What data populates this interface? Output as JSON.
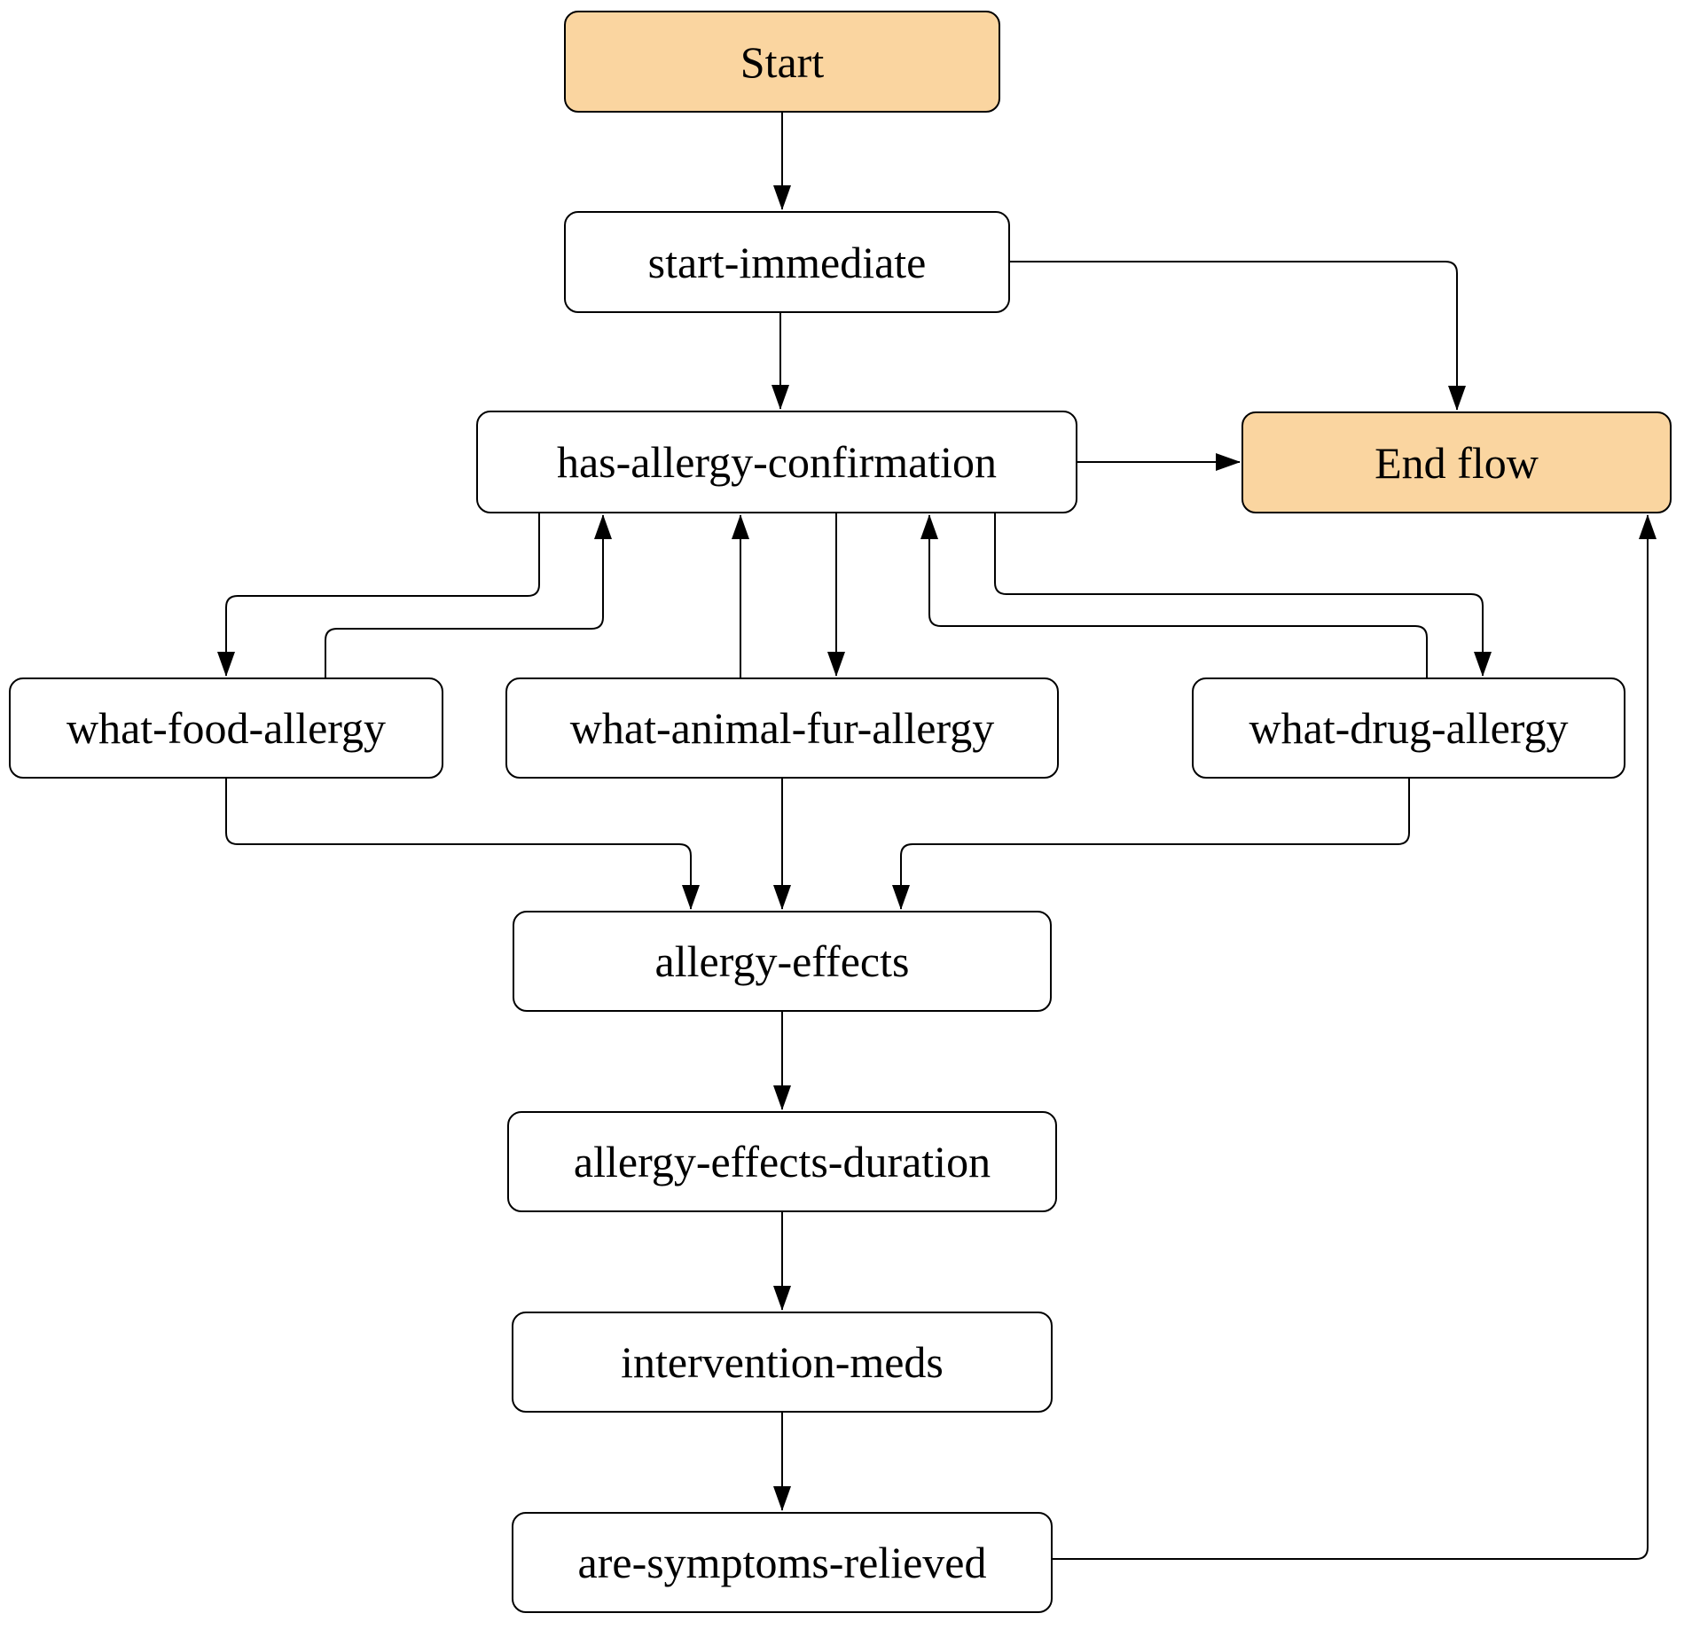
{
  "diagram": {
    "type": "flowchart",
    "direction": "top-down",
    "colors": {
      "terminal_fill": "#FAD5A0",
      "node_fill": "#FFFFFF",
      "border": "#000000",
      "edge": "#000000"
    },
    "nodes": [
      {
        "id": "start",
        "label": "Start",
        "kind": "terminal"
      },
      {
        "id": "start-immediate",
        "label": "start-immediate",
        "kind": "step"
      },
      {
        "id": "has-allergy-confirmation",
        "label": "has-allergy-confirmation",
        "kind": "step"
      },
      {
        "id": "end-flow",
        "label": "End flow",
        "kind": "terminal"
      },
      {
        "id": "what-food-allergy",
        "label": "what-food-allergy",
        "kind": "step"
      },
      {
        "id": "what-animal-fur-allergy",
        "label": "what-animal-fur-allergy",
        "kind": "step"
      },
      {
        "id": "what-drug-allergy",
        "label": "what-drug-allergy",
        "kind": "step"
      },
      {
        "id": "allergy-effects",
        "label": "allergy-effects",
        "kind": "step"
      },
      {
        "id": "allergy-effects-duration",
        "label": "allergy-effects-duration",
        "kind": "step"
      },
      {
        "id": "intervention-meds",
        "label": "intervention-meds",
        "kind": "step"
      },
      {
        "id": "are-symptoms-relieved",
        "label": "are-symptoms-relieved",
        "kind": "step"
      }
    ],
    "edges": [
      {
        "from": "start",
        "to": "start-immediate"
      },
      {
        "from": "start-immediate",
        "to": "has-allergy-confirmation"
      },
      {
        "from": "start-immediate",
        "to": "end-flow"
      },
      {
        "from": "has-allergy-confirmation",
        "to": "end-flow"
      },
      {
        "from": "has-allergy-confirmation",
        "to": "what-food-allergy"
      },
      {
        "from": "what-food-allergy",
        "to": "has-allergy-confirmation"
      },
      {
        "from": "has-allergy-confirmation",
        "to": "what-animal-fur-allergy"
      },
      {
        "from": "what-animal-fur-allergy",
        "to": "has-allergy-confirmation"
      },
      {
        "from": "has-allergy-confirmation",
        "to": "what-drug-allergy"
      },
      {
        "from": "what-drug-allergy",
        "to": "has-allergy-confirmation"
      },
      {
        "from": "what-food-allergy",
        "to": "allergy-effects"
      },
      {
        "from": "what-animal-fur-allergy",
        "to": "allergy-effects"
      },
      {
        "from": "what-drug-allergy",
        "to": "allergy-effects"
      },
      {
        "from": "allergy-effects",
        "to": "allergy-effects-duration"
      },
      {
        "from": "allergy-effects-duration",
        "to": "intervention-meds"
      },
      {
        "from": "intervention-meds",
        "to": "are-symptoms-relieved"
      },
      {
        "from": "are-symptoms-relieved",
        "to": "end-flow"
      }
    ]
  }
}
